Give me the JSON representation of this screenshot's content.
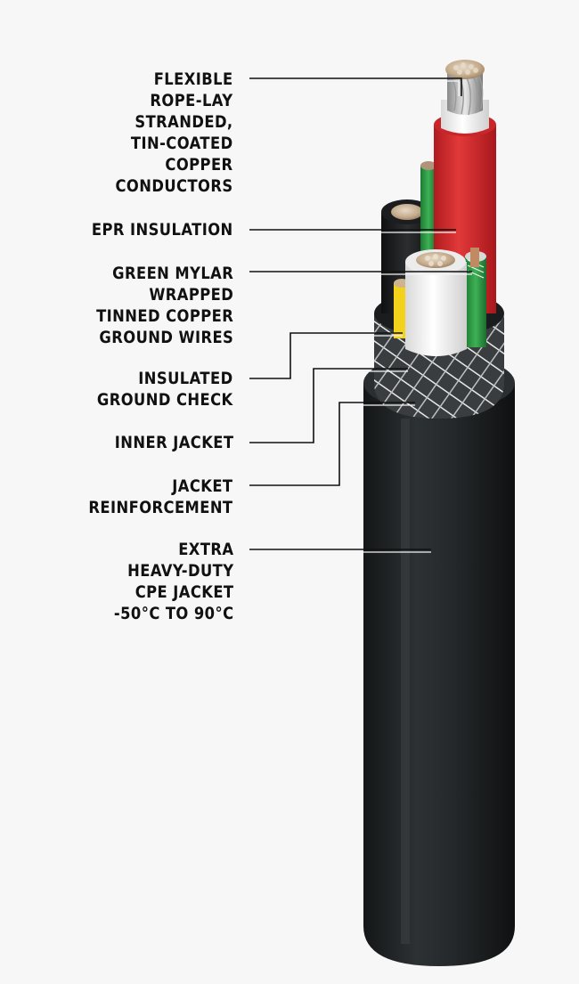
{
  "labels": [
    {
      "id": "conductors",
      "lines": [
        "FLEXIBLE",
        "ROPE-LAY",
        "STRANDED,",
        "TIN-COATED",
        "COPPER",
        "CONDUCTORS"
      ]
    },
    {
      "id": "epr",
      "lines": [
        "EPR INSULATION"
      ]
    },
    {
      "id": "ground-wires",
      "lines": [
        "GREEN MYLAR",
        "WRAPPED",
        "TINNED COPPER",
        "GROUND WIRES"
      ]
    },
    {
      "id": "ground-check",
      "lines": [
        "INSULATED",
        "GROUND CHECK"
      ]
    },
    {
      "id": "inner-jacket",
      "lines": [
        "INNER JACKET"
      ]
    },
    {
      "id": "reinforcement",
      "lines": [
        "JACKET",
        "REINFORCEMENT"
      ]
    },
    {
      "id": "outer-jacket",
      "lines": [
        "EXTRA",
        "HEAVY-DUTY",
        "CPE JACKET",
        "-50°C TO 90°C"
      ]
    }
  ],
  "colors": {
    "background": "#f7f7f7",
    "jacket": "#1f2224",
    "red_insulation": "#d8272b",
    "green_insulation": "#2e9a44",
    "yellow_wire": "#f2d21b",
    "white_insulation": "#f2f2f2",
    "copper": "#c9b79e",
    "leader_line": "#111111"
  }
}
